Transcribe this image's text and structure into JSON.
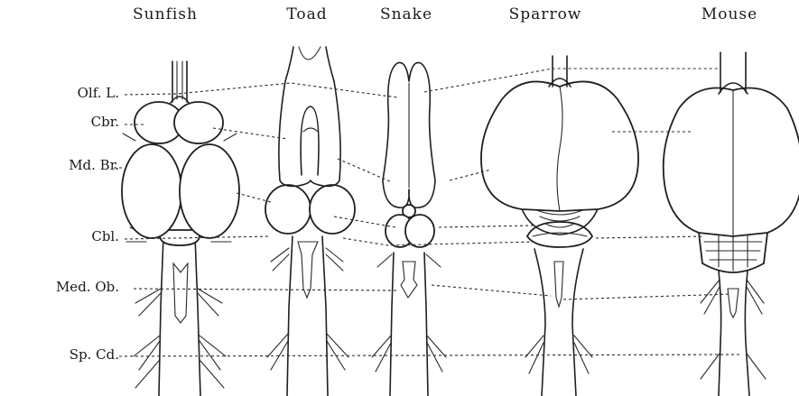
{
  "animals": [
    {
      "key": "sunfish",
      "name": "Sunfish"
    },
    {
      "key": "toad",
      "name": "Toad"
    },
    {
      "key": "snake",
      "name": "Snake"
    },
    {
      "key": "sparrow",
      "name": "Sparrow"
    },
    {
      "key": "mouse",
      "name": "Mouse"
    }
  ],
  "parts": [
    {
      "key": "olfactory-lobe",
      "label": "Olf. L."
    },
    {
      "key": "cerebrum",
      "label": "Cbr."
    },
    {
      "key": "midbrain",
      "label": "Md. Br."
    },
    {
      "key": "cerebellum",
      "label": "Cbl."
    },
    {
      "key": "medulla-oblongata",
      "label": "Med. Ob."
    },
    {
      "key": "spinal-cord",
      "label": "Sp. Cd."
    }
  ]
}
